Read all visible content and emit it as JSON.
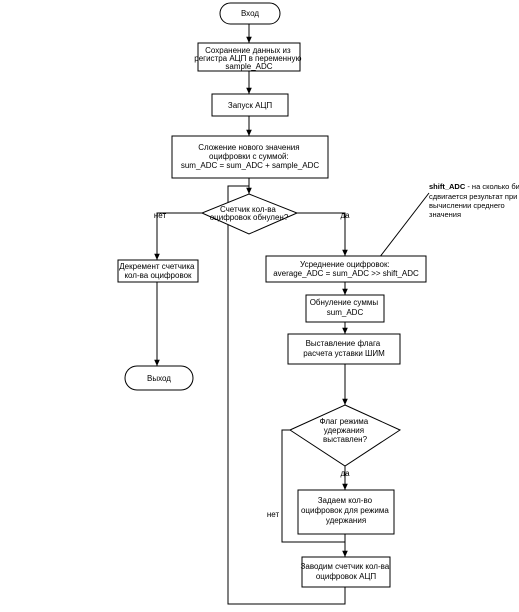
{
  "nodes": {
    "start": "Вход",
    "save": [
      "Сохранение данных из",
      "регистра АЦП в переменную",
      "sample_ADC"
    ],
    "adc_start": "Запуск АЦП",
    "sum": [
      "Сложение нового значения",
      "оцифровки с суммой:",
      "sum_ADC = sum_ADC + sample_ADC"
    ],
    "check_zero": [
      "Счетчик кол-ва",
      "оцифровок обнулен?"
    ],
    "decrement": [
      "Декремент счетчика",
      "кол-ва оцифровок"
    ],
    "exit": "Выход",
    "average": [
      "Усреднение оцифровок:",
      "average_ADC = sum_ADC >> shift_ADC"
    ],
    "reset_sum": [
      "Обнуление суммы",
      "sum_ADC"
    ],
    "set_flag": [
      "Выставление флага",
      "расчета уставки ШИМ"
    ],
    "check_hold": [
      "Флаг режима",
      "удержания",
      "выставлен?"
    ],
    "set_hold_count": [
      "Задаем кол-во",
      "оцифровок для режима",
      "удержания"
    ],
    "set_count": [
      "Заводим счетчик кол-ва",
      "оцифровок АЦП"
    ]
  },
  "note": {
    "term": "shift_ADC",
    "rest": " - на сколько бит",
    "lines": [
      "сдвигается результат при",
      "вычислении среднего",
      "значения"
    ]
  },
  "edge_labels": {
    "no1": "нет",
    "yes1": "да",
    "yes2": "да",
    "no2": "нет"
  }
}
